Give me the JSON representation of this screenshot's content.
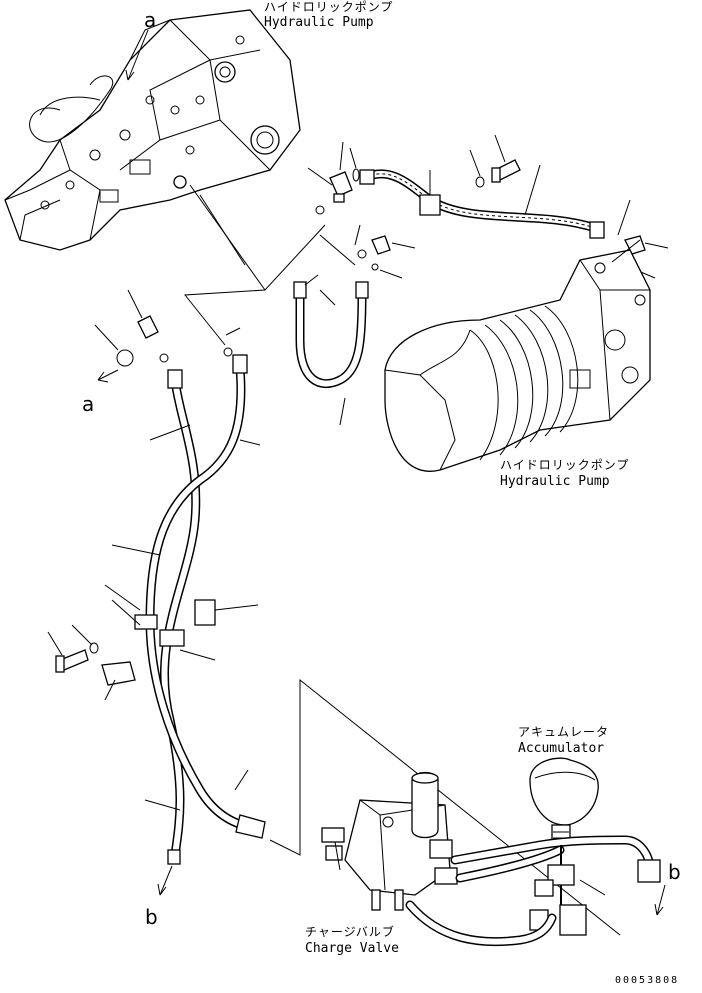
{
  "labels": {
    "pump_top_jp": "ハイドロリックポンプ",
    "pump_top_en": "Hydraulic Pump",
    "pump_right_jp": "ハイドロリックポンプ",
    "pump_right_en": "Hydraulic Pump",
    "accumulator_jp": "アキュムレータ",
    "accumulator_en": "Accumulator",
    "charge_valve_jp": "チャージバルブ",
    "charge_valve_en": "Charge Valve"
  },
  "reference_letters": {
    "a_top": "a",
    "a_left": "a",
    "b_bottom": "b",
    "b_right": "b"
  },
  "drawing_code": "00053808"
}
